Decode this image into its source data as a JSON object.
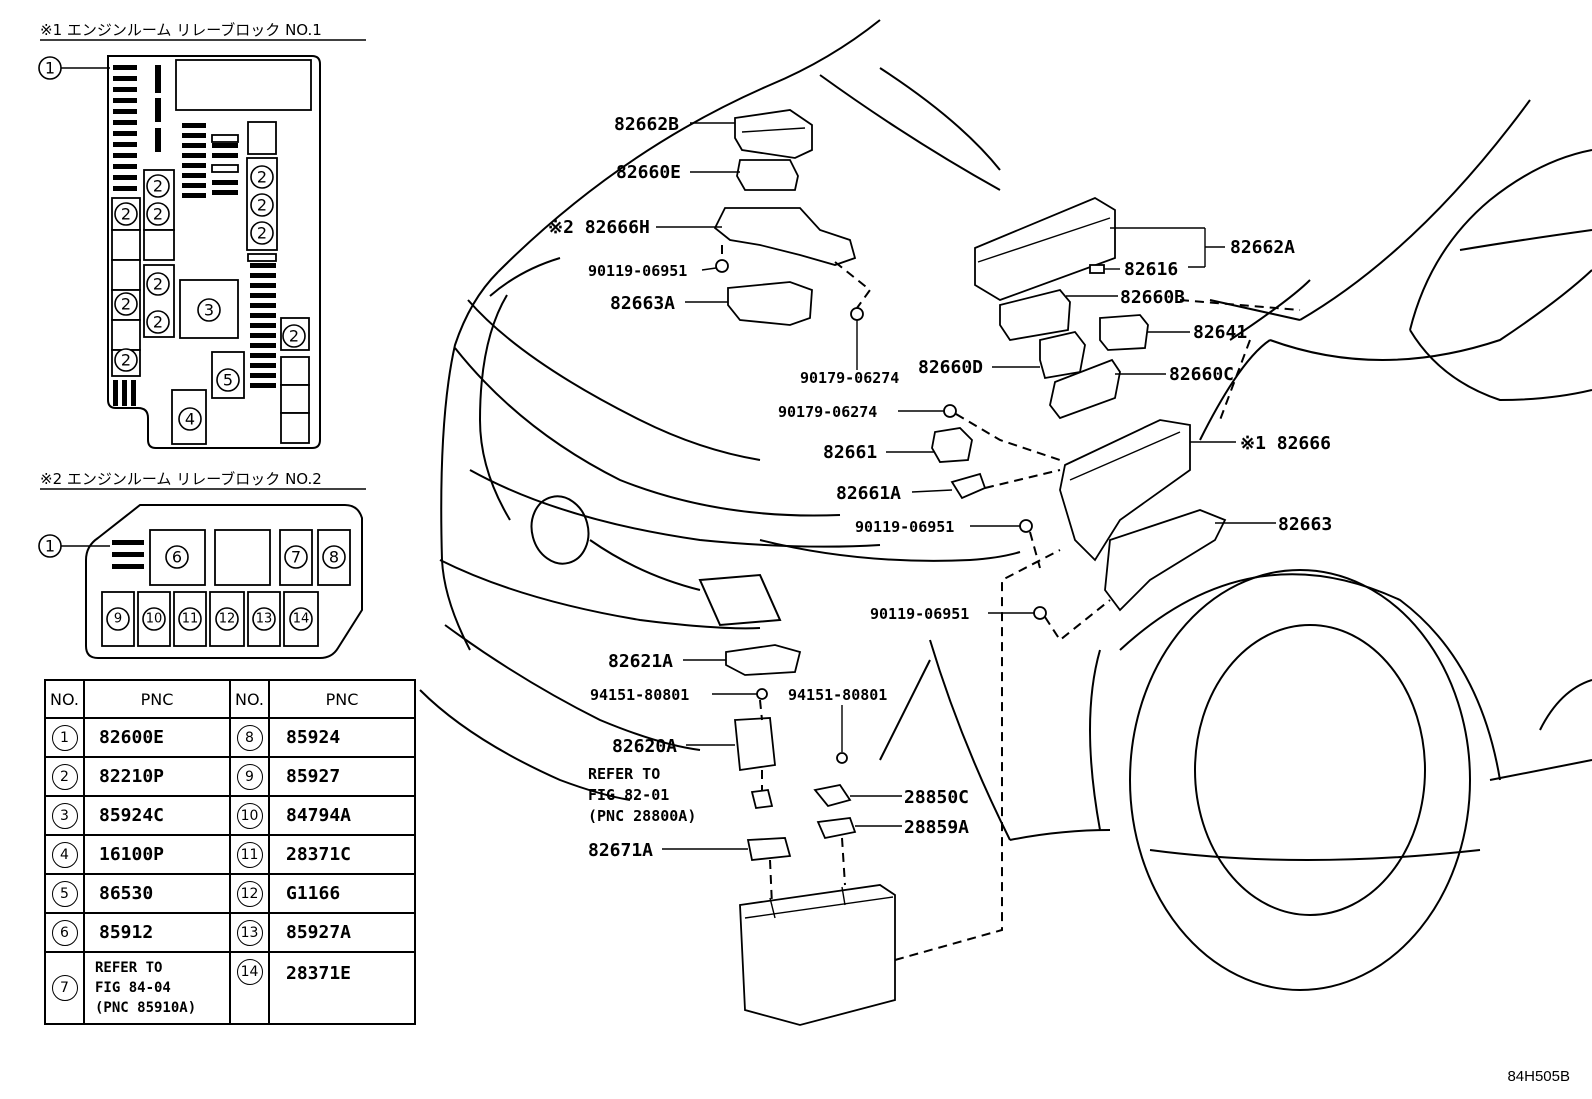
{
  "relay_block_1": {
    "title": "※1 エンジンルーム リレーブロック NO.1"
  },
  "relay_block_2": {
    "title": "※2 エンジンルーム リレーブロック NO.2"
  },
  "table": {
    "headers": [
      "NO.",
      "PNC",
      "NO.",
      "PNC"
    ],
    "left": [
      {
        "no": "1",
        "pnc": "82600E"
      },
      {
        "no": "2",
        "pnc": "82210P"
      },
      {
        "no": "3",
        "pnc": "85924C"
      },
      {
        "no": "4",
        "pnc": "16100P"
      },
      {
        "no": "5",
        "pnc": "86530"
      },
      {
        "no": "6",
        "pnc": "85912"
      },
      {
        "no": "7",
        "pnc": "",
        "ref_lines": [
          "REFER TO",
          "FIG 84-04",
          "(PNC 85910A)"
        ]
      }
    ],
    "right": [
      {
        "no": "8",
        "pnc": "85924"
      },
      {
        "no": "9",
        "pnc": "85927"
      },
      {
        "no": "10",
        "pnc": "84794A"
      },
      {
        "no": "11",
        "pnc": "28371C"
      },
      {
        "no": "12",
        "pnc": "G1166"
      },
      {
        "no": "13",
        "pnc": "85927A"
      },
      {
        "no": "14",
        "pnc": "28371E"
      }
    ]
  },
  "callouts": {
    "p82662B": "82662B",
    "p82660E": "82660E",
    "p82666H": "※2 82666H",
    "p90119_a": "90119-06951",
    "p82663A": "82663A",
    "p90179_a": "90179-06274",
    "p82662A": "82662A",
    "p82616": "82616",
    "p82660B": "82660B",
    "p82641": "82641",
    "p82660D": "82660D",
    "p82660C": "82660C",
    "p90179_b": "90179-06274",
    "p82666": "※1 82666",
    "p82661": "82661",
    "p82661A": "82661A",
    "p90119_b": "90119-06951",
    "p82663": "82663",
    "p90119_c": "90119-06951",
    "p82621A": "82621A",
    "p94151_a": "94151-80801",
    "p94151_b": "94151-80801",
    "p82620A": "82620A",
    "refer_lines": [
      "REFER TO",
      "FIG 82-01",
      "(PNC 28800A)"
    ],
    "p28850C": "28850C",
    "p28859A": "28859A",
    "p82671A": "82671A"
  },
  "figure_code": "84H505B"
}
